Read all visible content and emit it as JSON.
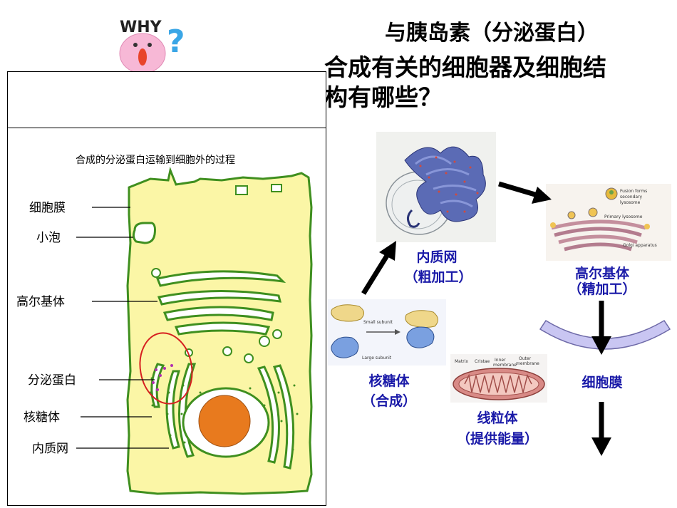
{
  "why_icon": {
    "text": "WHY",
    "question_mark": "?"
  },
  "title": {
    "line1": "与胰岛素（分泌蛋白）",
    "line2": "合成有关的细胞器及细胞结",
    "line3": "构有哪些？"
  },
  "cell_diagram": {
    "caption": "合成的分泌蛋白运输到细胞外的过程",
    "labels": {
      "membrane": "细胞膜",
      "vesicle": "小泡",
      "golgi": "高尔基体",
      "secreted_protein": "分泌蛋白",
      "ribosome": "核糖体",
      "er": "内质网"
    }
  },
  "flow": {
    "ribosome": {
      "name": "核糖体",
      "role": "（合成）",
      "img_small": "Small subunit",
      "img_large": "Large subunit"
    },
    "er": {
      "name": "内质网",
      "role": "（粗加工）"
    },
    "golgi": {
      "name": "高尔基体",
      "role": "（精加工）",
      "img_fusion": "Fusion forms",
      "img_secondary": "secondary",
      "img_lysosome": "lysosome",
      "img_primary": "Primary lysosome",
      "img_apparatus": "Golgi apparatus"
    },
    "mito": {
      "name": "线粒体",
      "role": "（提供能量）",
      "img_matrix": "Matrix",
      "img_cristae": "Cristae",
      "img_inner": "Inner",
      "img_inner2": "membrane",
      "img_outer": "Outer",
      "img_outer2": "membrane"
    },
    "membrane": {
      "name": "细胞膜"
    }
  },
  "colors": {
    "cell_fill": "#fbf6a6",
    "cell_outline": "#3f8f1f",
    "nucleus": "#e87a1e",
    "highlight_circle": "#d62020",
    "label_blue": "#1a1aa8",
    "membrane_arc": "#c9c6f2"
  }
}
